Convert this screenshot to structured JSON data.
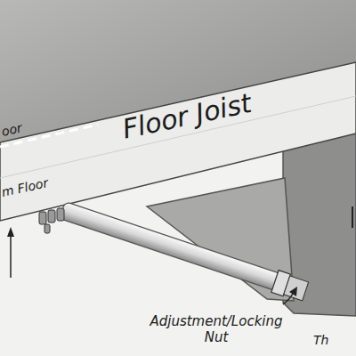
{
  "diagram": {
    "labels": [
      "oor",
      "Floor Joist",
      "m Floor",
      "Adjustment/Locking Nut",
      "Th"
    ]
  }
}
